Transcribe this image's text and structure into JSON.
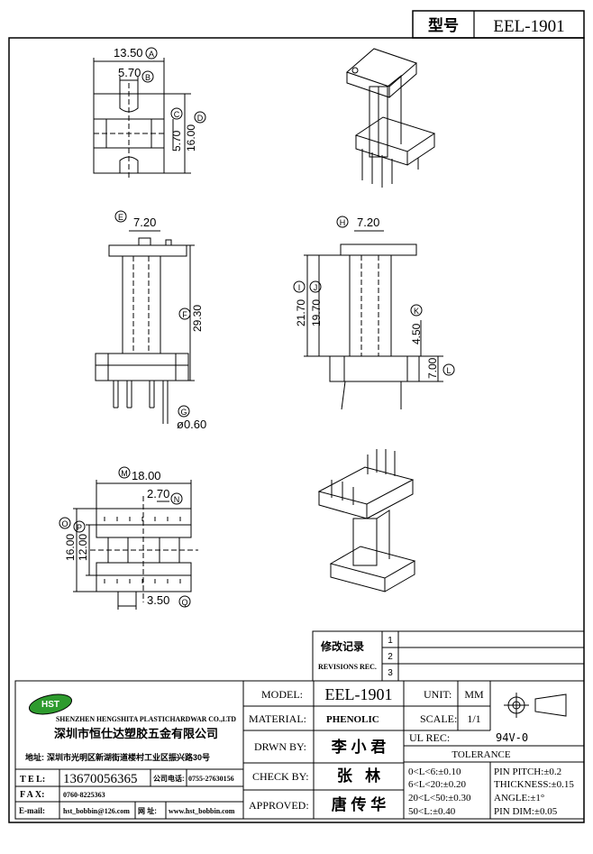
{
  "header": {
    "model_label": "型号",
    "model_value": "EEL-1901"
  },
  "top_view": {
    "dim_width": "13.50",
    "dim_slot": "5.70",
    "dim_inner_h": "5.70",
    "dim_outer_h": "16.00",
    "mark_a": "A",
    "mark_b": "B",
    "mark_c": "C",
    "mark_d": "D"
  },
  "front_view": {
    "dim_top": "7.20",
    "dim_height": "29.30",
    "dim_pin": "ø0.60",
    "mark_e": "E",
    "mark_f": "F",
    "mark_g": "G"
  },
  "side_view": {
    "dim_top": "7.20",
    "dim_i": "21.70",
    "dim_j": "19.70",
    "dim_k": "4.50",
    "dim_l": "7.00",
    "mark_h": "H",
    "mark_i": "I",
    "mark_j": "J",
    "mark_k": "K",
    "mark_l": "L"
  },
  "bottom_view": {
    "dim_m": "18.00",
    "dim_n": "2.70",
    "dim_o": "16.00",
    "dim_p": "12.00",
    "dim_q": "3.50",
    "mark_m": "M",
    "mark_n": "N",
    "mark_o": "O",
    "mark_p": "P",
    "mark_q": "Q"
  },
  "revisions": {
    "title_cn": "修改记录",
    "title_en": "REVISIONS REC.",
    "rows": [
      "1",
      "2",
      "3"
    ]
  },
  "company": {
    "logo": "HST",
    "name_en": "SHENZHEN HENGSHITA PLASTICHARDWAR CO.,LTD",
    "name_cn": "深圳市恒仕达塑胶五金有限公司",
    "address_label": "地址:",
    "address": "深圳市光明区新湖街道楼村工业区振兴路30号",
    "tel_label": "T E L:",
    "tel": "13670056365",
    "phone_label": "公司电话:",
    "phone": "0755-27630156",
    "fax_label": "F A X:",
    "fax": "0760-8225363",
    "email_label": "E-mail:",
    "email": "hst_bobbin@126.com",
    "web_label": "网 址:",
    "web": "www.hst_bobbin.com"
  },
  "title_block": {
    "model_label": "MODEL:",
    "model": "EEL-1901",
    "material_label": "MATERIAL:",
    "material": "PHENOLIC",
    "drawn_label": "DRWN BY:",
    "drawn": "李 小 君",
    "check_label": "CHECK BY:",
    "check": "张   林",
    "approved_label": "APPROVED:",
    "approved": "唐 传 华",
    "unit_label": "UNIT:",
    "unit": "MM",
    "scale_label": "SCALE:",
    "scale": "1/1",
    "ul_label": "UL REC:",
    "ul": "94V-0",
    "tolerance_label": "TOLERANCE",
    "tol_1": "0<L<6:±0.10",
    "tol_2": "6<L<20:±0.20",
    "tol_3": "20<L<50:±0.30",
    "tol_4": "50<L:±0.40",
    "pin_pitch": "PIN PITCH:±0.2",
    "thickness": "THICKNESS:±0.15",
    "angle": "ANGLE:±1°",
    "pin_dim": "PIN DIM:±0.05"
  }
}
